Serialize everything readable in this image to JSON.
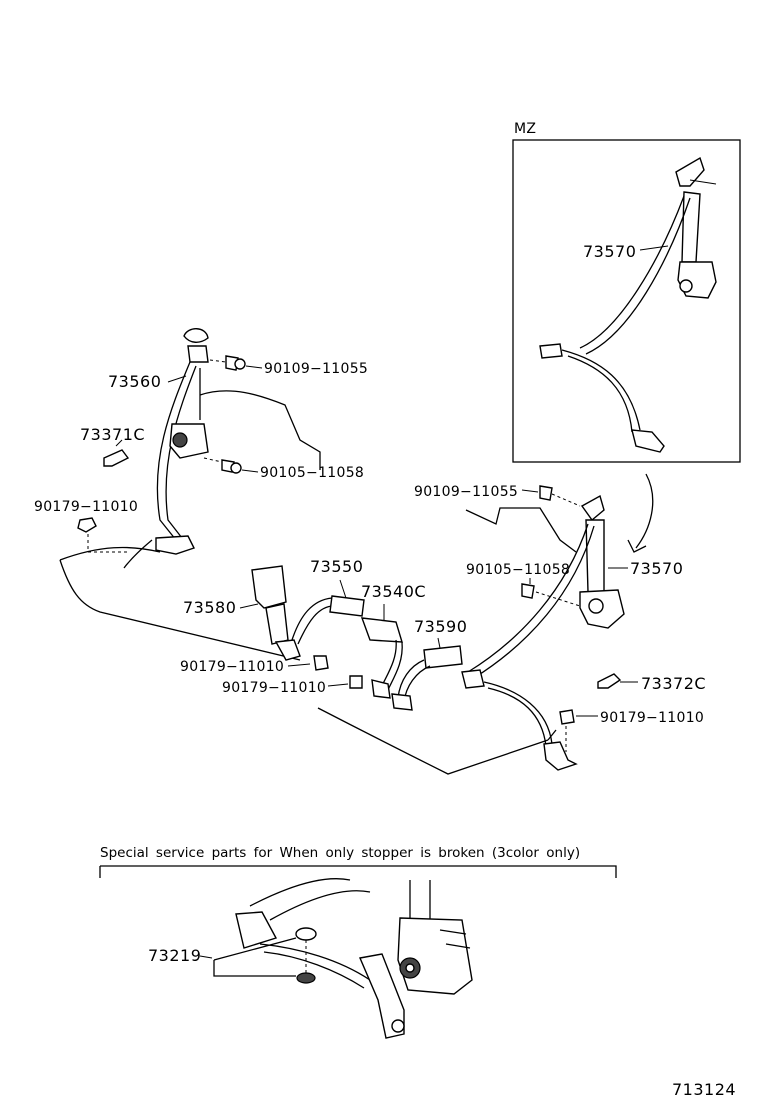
{
  "inset_title": "MZ",
  "callouts": {
    "p73570_inset": "73570",
    "p73560": "73560",
    "p90109_left": "90109−11055",
    "p73371c": "73371C",
    "p90105_left": "90105−11058",
    "p90179_left": "90179−11010",
    "p73550": "73550",
    "p73540c": "73540C",
    "p73580": "73580",
    "p73590": "73590",
    "p90179_mid1": "90179−11010",
    "p90179_mid2": "90179−11010",
    "p90109_right": "90109−11055",
    "p90105_right": "90105−11058",
    "p73570_right": "73570",
    "p73372c": "73372C",
    "p90179_right": "90179−11010",
    "p73219": "73219"
  },
  "special_note": "Special service parts for When only stopper is broken (3color only)",
  "diagram_number": "713124"
}
